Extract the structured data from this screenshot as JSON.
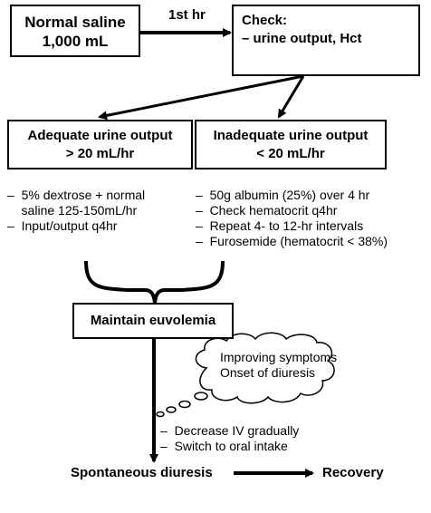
{
  "start_box": {
    "line1": "Normal saline",
    "line2": "1,000 mL"
  },
  "arrow_label": "1st hr",
  "check_box": {
    "line1": "Check:",
    "line2": "– urine output, Hct"
  },
  "adequate_box": {
    "line1": "Adequate urine output",
    "line2": "> 20 mL/hr"
  },
  "inadequate_box": {
    "line1": "Inadequate urine output",
    "line2": "< 20 mL/hr"
  },
  "adequate_list": [
    "–  5% dextrose + normal",
    "    saline 125-150mL/hr",
    "–  Input/output q4hr"
  ],
  "inadequate_list": [
    "–  50g albumin (25%) over 4 hr",
    "–  Check hematocrit q4hr",
    "–  Repeat 4- to 12-hr intervals",
    "–  Furosemide (hematocrit < 38%)"
  ],
  "maintain_box": {
    "label": "Maintain euvolemia"
  },
  "cloud": {
    "line1": "Improving symptoms",
    "line2": "Onset of diuresis"
  },
  "taper_list": [
    "–  Decrease IV gradually",
    "–  Switch to oral intake"
  ],
  "end": {
    "diuresis": "Spontaneous diuresis",
    "recovery": "Recovery"
  }
}
